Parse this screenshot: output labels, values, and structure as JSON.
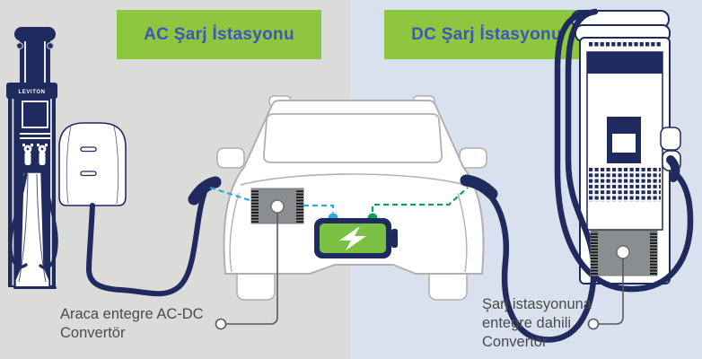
{
  "banners": {
    "ac": "AC Şarj İstasyonu",
    "dc": "DC Şarj İstasyonu"
  },
  "labels": {
    "ac_converter_full": "Araca entegre AC-DC Convertör",
    "ac_lines": [
      "Araca entegre AC-DC",
      "Convertör"
    ],
    "dc_converter_full": "Şarj istasyonuna entegre dahili Convertör",
    "dc_lines": [
      "Şarj istasyonuna",
      "entegre dahili",
      "Convertör"
    ]
  },
  "station": {
    "brand": "LEVITON"
  },
  "icons": {
    "battery_charge": "lightning-bolt"
  },
  "colors": {
    "bg_left": "#dbdbda",
    "bg_right": "#dae1ee",
    "banner_green": "#8dc63f",
    "banner_text_blue": "#3d56bd",
    "navy": "#1f2b5e",
    "battery_green": "#7ac143",
    "ac_accent_blue": "#29abe2",
    "dc_accent_green": "#00a651",
    "converter_gray": "#8a8e91",
    "car_outline_gray": "#b0b0b0",
    "label_text": "#4b4b4d"
  }
}
